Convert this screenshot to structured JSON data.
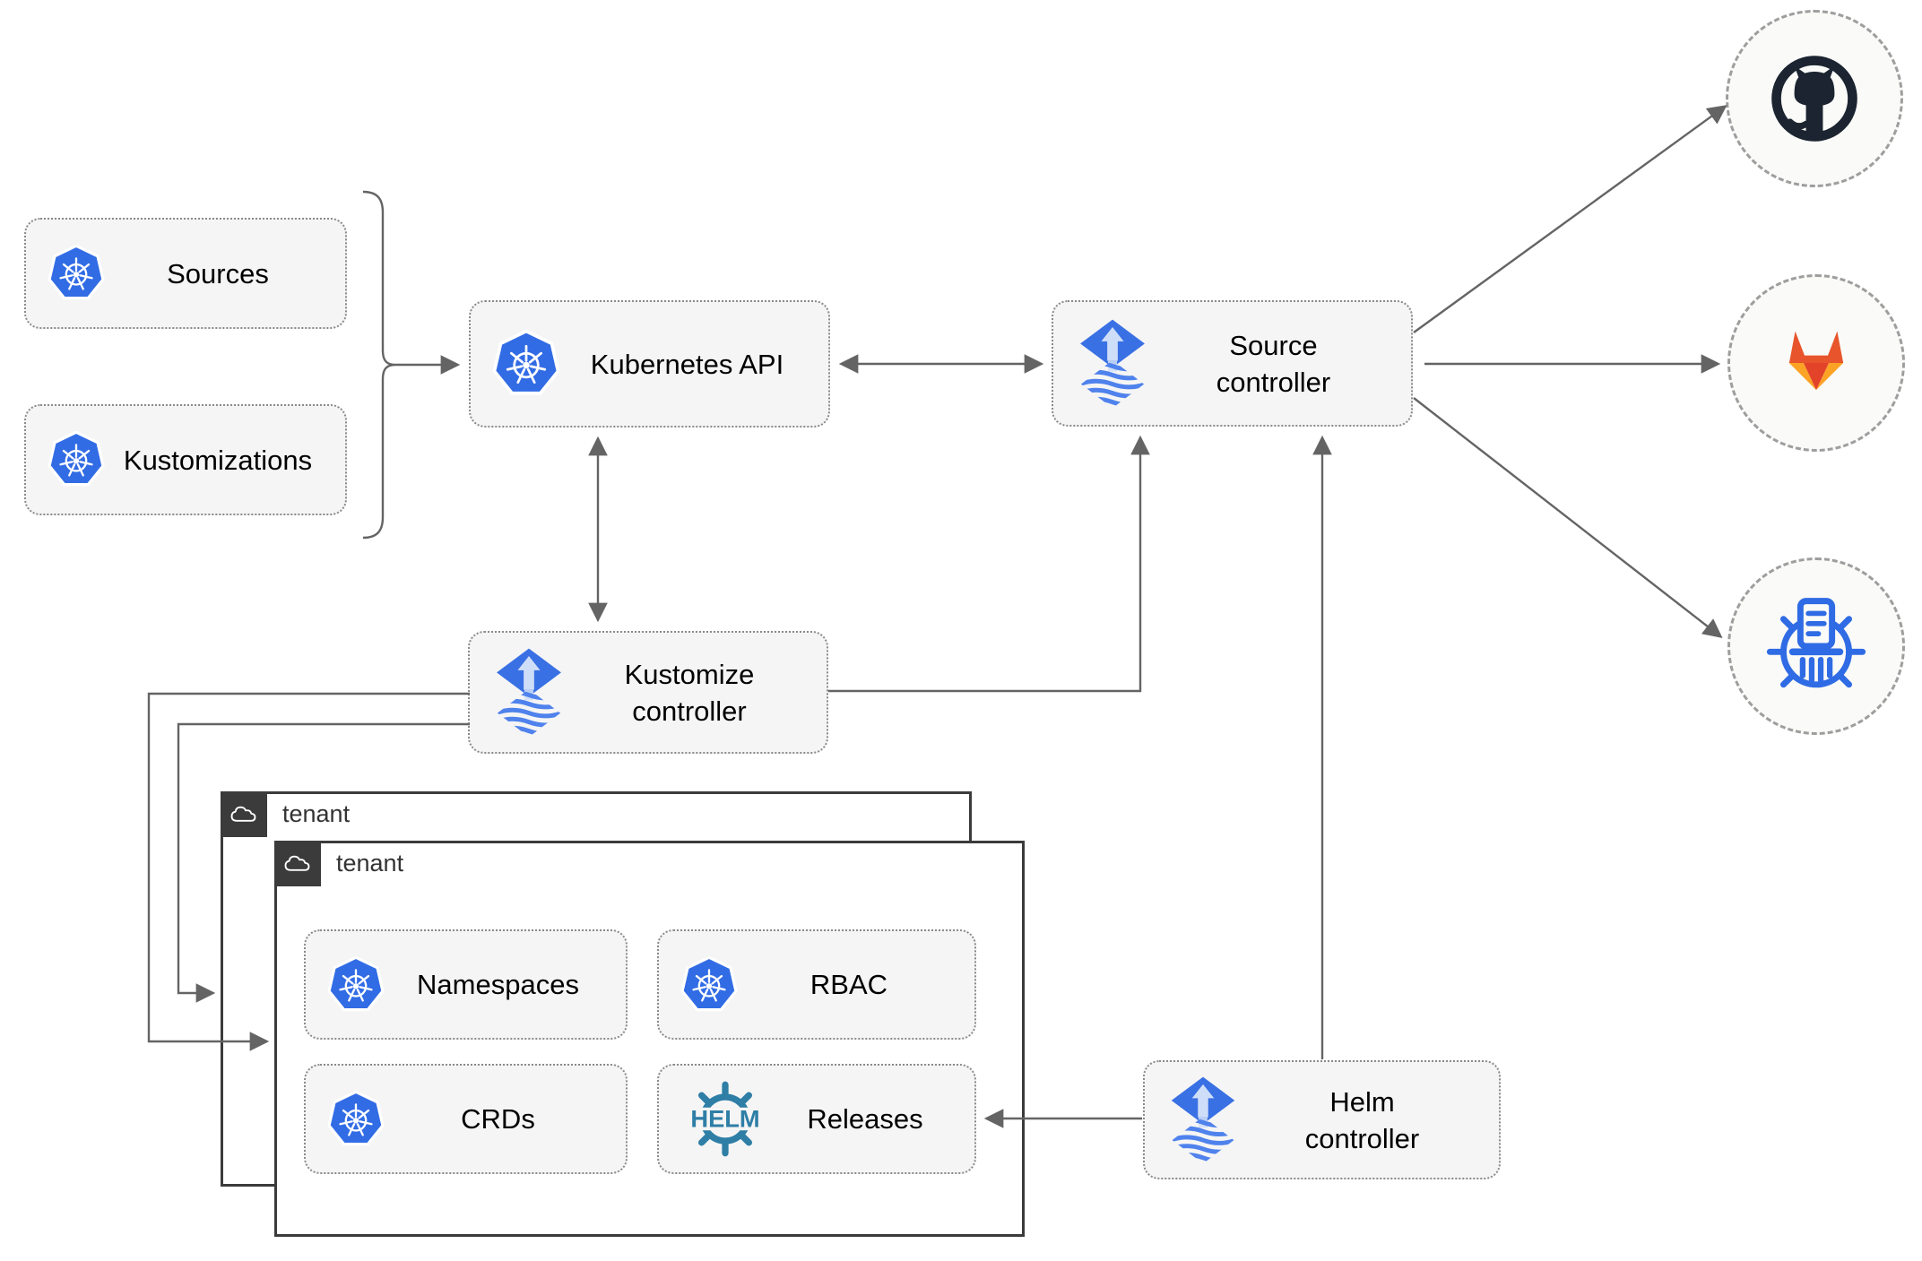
{
  "diagram": {
    "title_hint": "Flux GitOps architecture diagram",
    "colors": {
      "background": "#ffffff",
      "node_fill": "#f5f5f5",
      "node_border": "#8a8a8a",
      "connector": "#646464",
      "kubernetes_blue": "#326ce5",
      "flux_blue": "#3970e4",
      "flux_arrow_light": "#cfdef8",
      "flux_stripe": "#4f82ec",
      "helm_teal": "#2e7ea6",
      "github_dark": "#1b2430",
      "gitlab_orange": "#e8542b",
      "gitlab_red": "#e24329",
      "gitlab_amber": "#fca326",
      "chartmuseum_blue": "#2f6be4",
      "tenant_border": "#3b3b3b",
      "remote_circle_fill": "#fafaf8",
      "remote_circle_border": "#9e9e9e"
    },
    "nodes": {
      "sources": {
        "label": "Sources",
        "icon": "kubernetes-logo"
      },
      "kustomizations": {
        "label": "Kustomizations",
        "icon": "kubernetes-logo"
      },
      "kubernetes_api": {
        "label": "Kubernetes API",
        "icon": "kubernetes-logo"
      },
      "source_controller": {
        "label": "Source\ncontroller",
        "icon": "flux-logo"
      },
      "kustomize_controller": {
        "label": "Kustomize\ncontroller",
        "icon": "flux-logo"
      },
      "helm_controller": {
        "label": "Helm\ncontroller",
        "icon": "flux-logo"
      },
      "namespaces": {
        "label": "Namespaces",
        "icon": "kubernetes-logo"
      },
      "rbac": {
        "label": "RBAC",
        "icon": "kubernetes-logo"
      },
      "crds": {
        "label": "CRDs",
        "icon": "kubernetes-logo"
      },
      "releases": {
        "label": "Releases",
        "icon": "helm-logo"
      }
    },
    "containers": {
      "tenant_back": {
        "label": "tenant",
        "icon": "cloud-icon"
      },
      "tenant_front": {
        "label": "tenant",
        "icon": "cloud-icon"
      }
    },
    "remotes": {
      "github": {
        "icon": "github-logo"
      },
      "gitlab": {
        "icon": "gitlab-logo"
      },
      "chartmuseum": {
        "icon": "chartmuseum-logo"
      }
    },
    "icons": {
      "helm_wordmark": "HELM"
    },
    "edges": [
      {
        "from": "sources+kustomizations",
        "to": "kubernetes_api",
        "style": "brace-arrow"
      },
      {
        "from": "kubernetes_api",
        "to": "source_controller",
        "style": "double-arrow"
      },
      {
        "from": "kubernetes_api",
        "to": "kustomize_controller",
        "style": "double-arrow"
      },
      {
        "from": "kustomize_controller",
        "to": "source_controller",
        "style": "arrow"
      },
      {
        "from": "helm_controller",
        "to": "source_controller",
        "style": "arrow"
      },
      {
        "from": "helm_controller",
        "to": "releases",
        "style": "arrow"
      },
      {
        "from": "source_controller",
        "to": "github",
        "style": "arrow"
      },
      {
        "from": "source_controller",
        "to": "gitlab",
        "style": "arrow"
      },
      {
        "from": "source_controller",
        "to": "chartmuseum",
        "style": "arrow"
      },
      {
        "from": "kustomize_controller",
        "to": "tenant_front",
        "style": "arrow"
      },
      {
        "from": "kustomize_controller",
        "to": "tenant_back",
        "style": "arrow"
      }
    ]
  }
}
